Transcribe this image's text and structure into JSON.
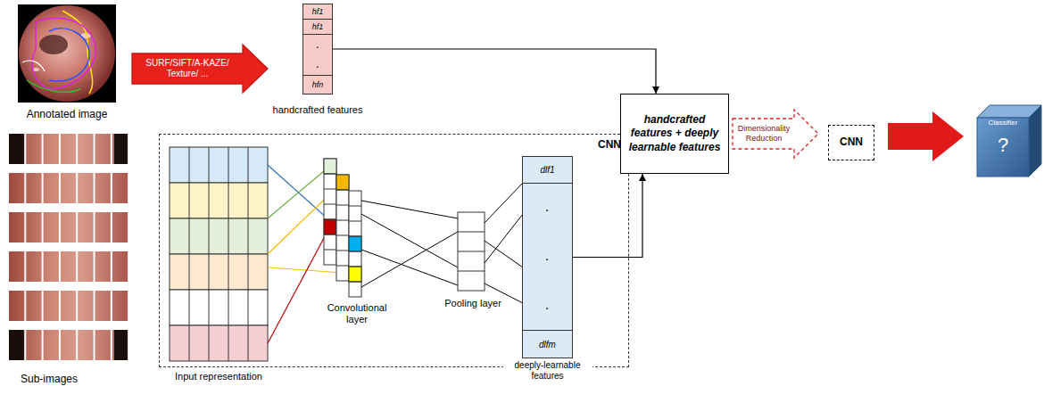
{
  "diagram": {
    "nodes": [
      {
        "text": [
          "SURF/SIFT/A-KAZE/ Texture/ ..."
        ]
      },
      {
        "text": [
          "hf1",
          "hf1",
          ".",
          ".",
          "hfn",
          "handcrafted features"
        ]
      },
      {
        "text": [
          "CNN"
        ]
      },
      {
        "text": [
          "dlf1",
          ".",
          ".",
          ".",
          "dlfm",
          "deeply-learnable features"
        ],
        "in": 2
      },
      {
        "text": [
          "handcrafted features + deeply learnable features"
        ]
      },
      {
        "text": [
          "Dimensionality Reduction"
        ]
      },
      {
        "text": [
          "CNN"
        ]
      },
      {
        "text": [
          "Classifier",
          "?"
        ]
      }
    ],
    "edges": [
      {
        "from": 1,
        "to": 4,
        "arrow": "to"
      },
      {
        "from": 3,
        "to": 4,
        "arrow": "to"
      }
    ],
    "labels": [
      "Annotated image",
      "Sub-images",
      "Input representation",
      "Convolutional layer",
      "Pooling layer"
    ]
  }
}
